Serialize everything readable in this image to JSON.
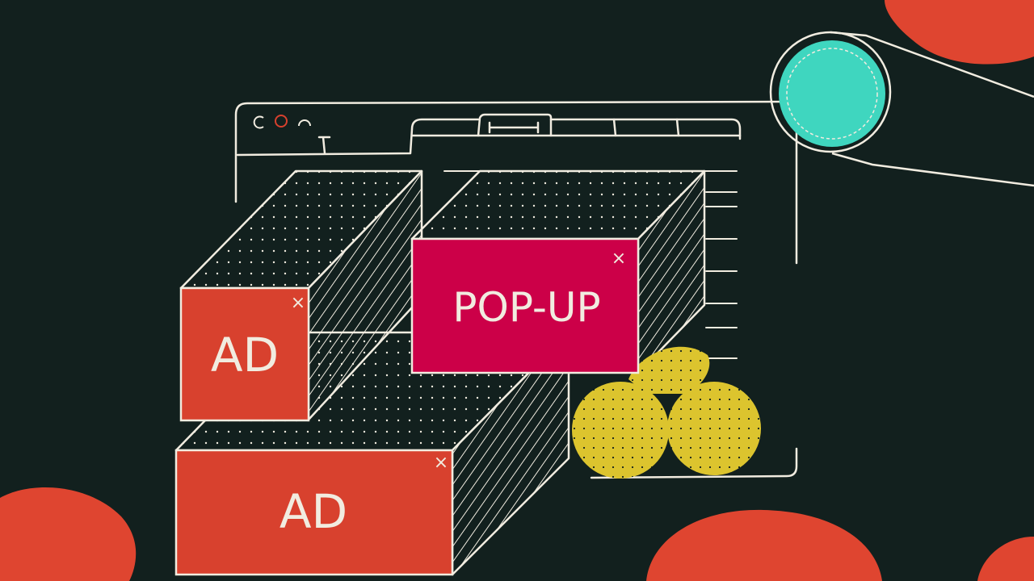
{
  "colors": {
    "background": "#12201e",
    "line": "#f1ece0",
    "ad_red": "#d8412e",
    "popup_crimson": "#cc0048",
    "teal": "#3fd6bf",
    "yellow": "#dcc42e",
    "blob_red": "#df4530",
    "button_red": "#d8412e"
  },
  "icons": [
    "close-x-icon",
    "window-dot-icon"
  ],
  "ads": {
    "top_left": {
      "label": "AD",
      "close": "×"
    },
    "popup": {
      "label": "POP-UP",
      "close": "×"
    },
    "bottom": {
      "label": "AD",
      "close": "×"
    }
  }
}
